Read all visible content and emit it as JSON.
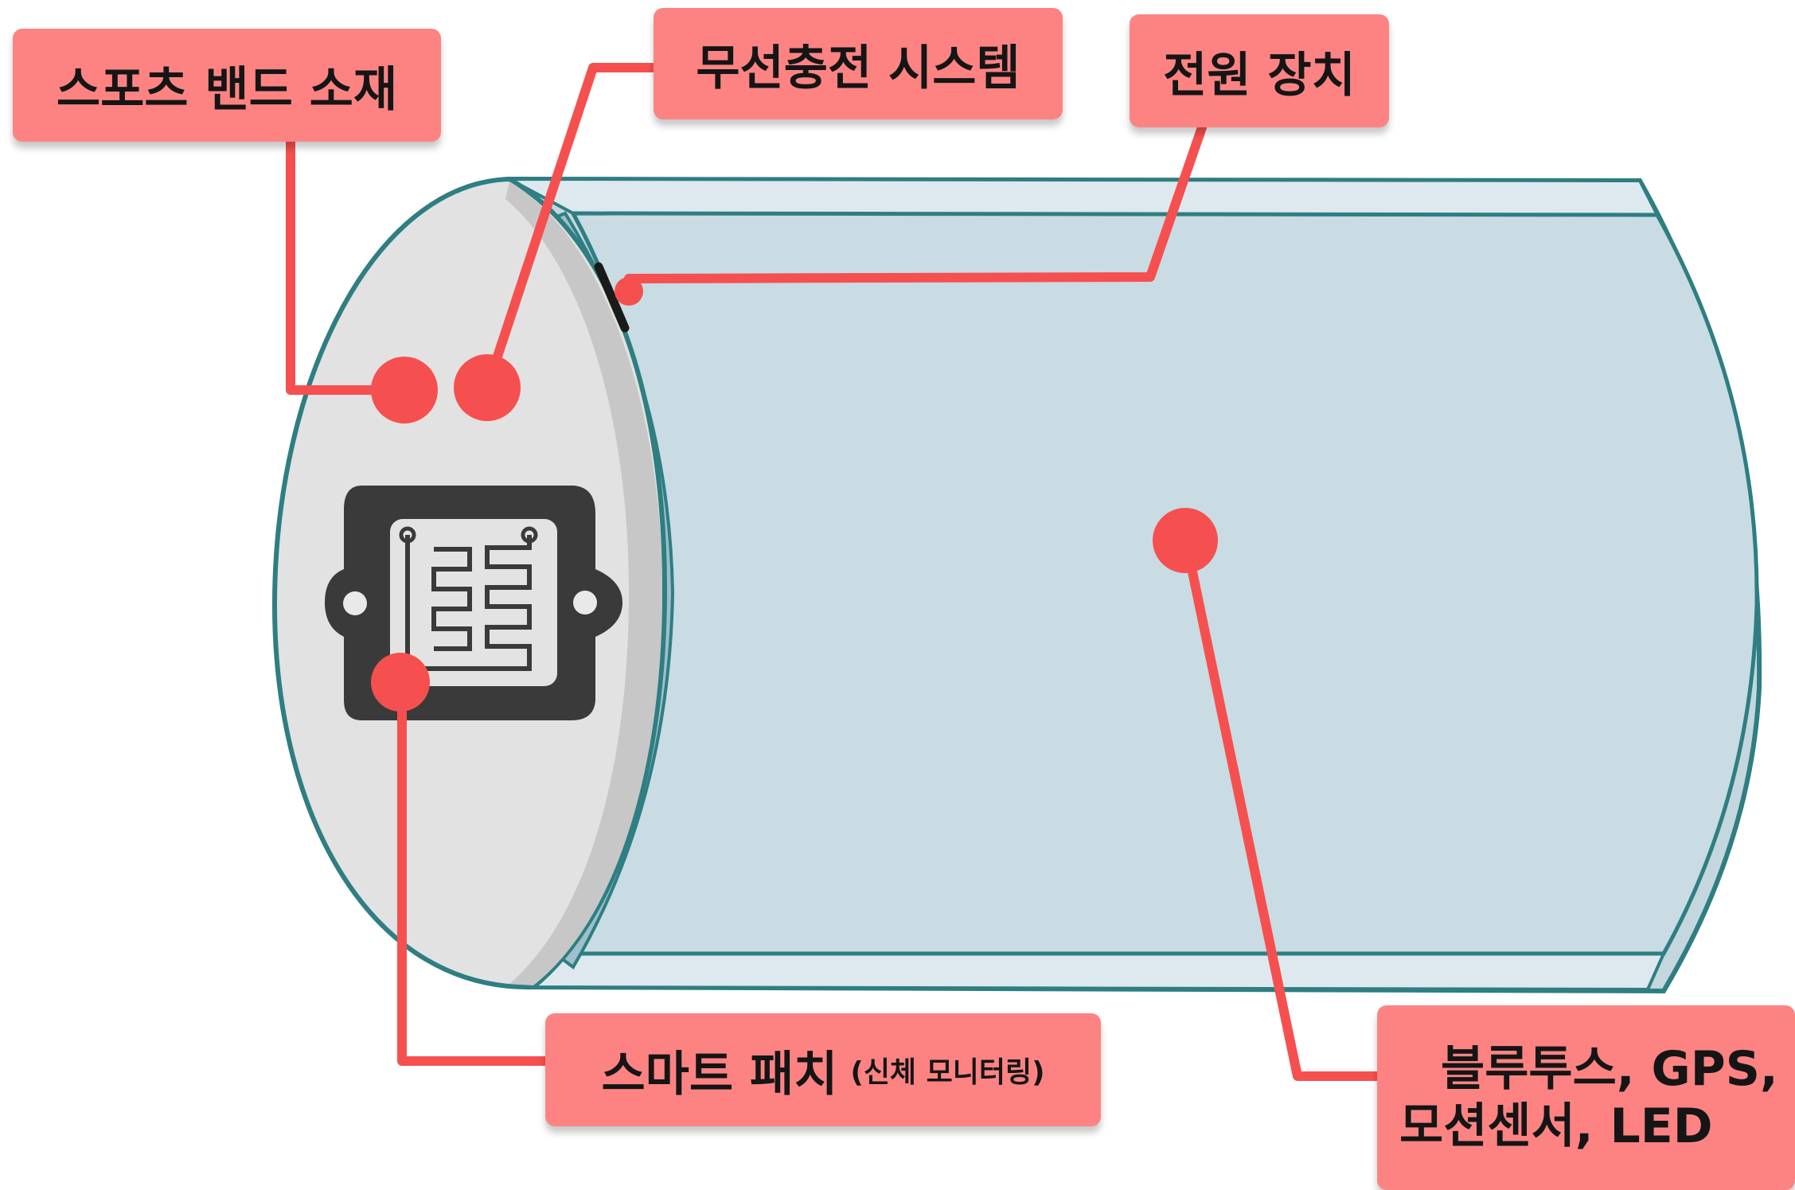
{
  "labels": {
    "sports_band": "스포츠 밴드 소재",
    "wireless_charging": "무선충전 시스템",
    "power": "전원 장치",
    "smart_patch": "스마트 패치",
    "smart_patch_note": "(신체 모니터링)",
    "comms_line1": "블루투스,  GPS,",
    "comms_line2": "모션센서, LED"
  },
  "colors": {
    "callout_fill": "#fd8383",
    "leader_line": "#f5504f",
    "band_fill": "#c9dbe3",
    "band_outline": "#2e7e82",
    "end_cap": "#e2e2e2",
    "patch_dark": "#3a3a3a",
    "patch_light": "#e3e3e3"
  }
}
